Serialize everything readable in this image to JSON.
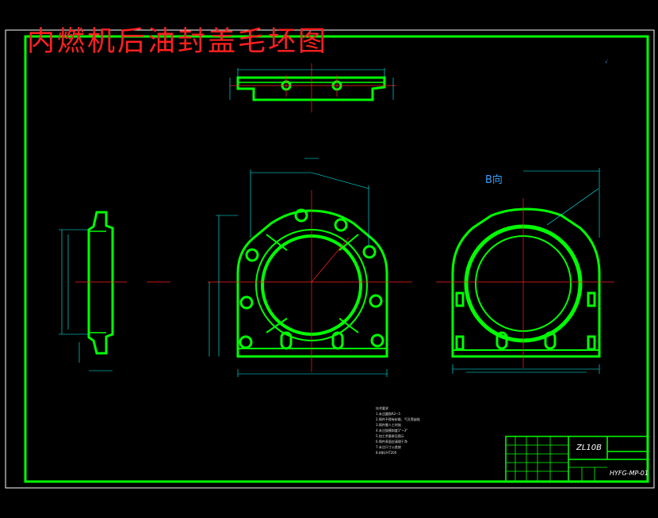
{
  "drawing": {
    "title": "内燃机后油封盖毛坯图",
    "view_label": "B向",
    "part_code": "ZL10B",
    "drawing_number": "HYFG-MP-01",
    "tech_requirements": [
      "技术要求",
      "1.未注圆角R2~5",
      "2.铸件不得有砂眼、气孔等缺陷",
      "3.铸件需人工时效",
      "4.未注拔模斜度1°~3°",
      "5.加工余量参见图示",
      "6.铸件表面应清理干净",
      "7.未注尺寸公差按",
      "8.材料:HT200"
    ]
  },
  "colors": {
    "outline": "#00ff00",
    "dimension": "#00ffff",
    "centerline": "#ff2020",
    "title": "#ff2020",
    "text_blue": "#36a0ff"
  }
}
